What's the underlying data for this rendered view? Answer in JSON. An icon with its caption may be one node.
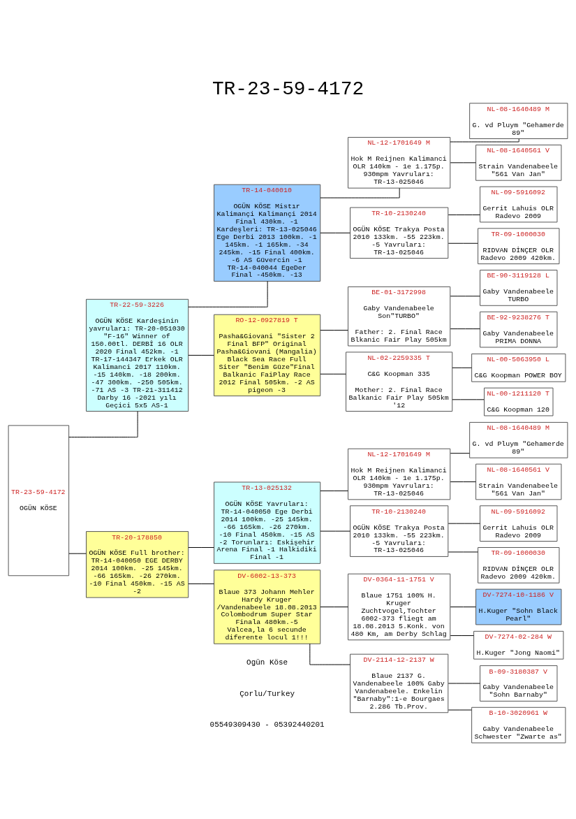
{
  "diagram": {
    "title": "TR-23-59-4172",
    "nodes": [
      {
        "text": [
          "TR-23-59-4172",
          "OGÜN KÖSE"
        ]
      },
      {
        "text": [
          "TR-22-59-3226",
          "OGÜN KÖSE Kardeşinin yavruları: TR-20-051030 \"F-16\" Winner of 150.00tl. DERBİ 16 OLR 2020 Final 452km. -1 TR-17-144347 Erkek OLR Kalimanci 2017 110km. -15 140km. -18 200km. -47 300km. -250 505km. -71 AS -3 TR-21-311412 Darby 16 -2021 yılı Geçici 5x5 AS-1"
        ]
      },
      {
        "text": [
          "TR-20-178850",
          "OGÜN KÖSE Full brother: TR-14-040050 EGE DERBY 2014 100km. -25 145km. -66 165km. -26 270km. -10 Final 450km. -15 AS -2"
        ]
      },
      {
        "text": [
          "TR-14-040010",
          "OGÜN KÖSE Mistır Kalimançi Kalimançi 2014 Final 430km. -1 Kardeşleri: TR-13-025046 Ege Derbi 2013 100km. -1 145km. -1 165km. -34 245km. -15 Final 400km. -6 AS Güvercin -1 TR-14-040044 EgeDer Final -450km. -13"
        ]
      },
      {
        "text": [
          "RO-12-0927819 T",
          "Pasha&Giovani \"Sister 2 Final BFP\" Original Pasha&Giovani (Mangalia) Black Sea Race Full Siter \"Benim Güze\"Final Balkanic FaiPlay Race 2012 Final 505km. -2 AS pigeon -3"
        ]
      },
      {
        "text": [
          "TR-13-025132",
          "OGÜN KÖSE Yavruları: TR-14-040050 Ege Derbi 2014 100km. -25 145km. -66 165km. -26 270km. -10 Final 450km. -15 AS -2 Torunları: Eskişehir Arena Final -1 Halkidiki Final -1"
        ]
      },
      {
        "text": [
          "DV-6002-13-373",
          "Blaue 373 Johann Mehler Hardy Kruger /Vandenabeele 18.08.2013 Colombodrum Super Star Finala 480km.-5 Valcea,la 6 secunde diferente locul 1!!!"
        ]
      },
      {
        "text": [
          "NL-12-1701649 M",
          "Hok M Reijnen Kalimanci OLR 140km - 1e 1.175p. 930mpm Yavruları: TR-13-025046"
        ]
      },
      {
        "text": [
          "TR-10-2130240",
          "OGÜN KÖSE Trakya Posta 2010 133km. -55 223km. -5 Yavruları: TR-13-025046"
        ]
      },
      {
        "text": [
          "BE-01-3172998",
          "Gaby Vandenabeele Son\"TURBO\"",
          "Father: 2. Final Race Blkanic Fair Play 505km"
        ]
      },
      {
        "text": [
          "NL-02-2259335 T",
          "C&G Koopman 335",
          "Mother: 2. Final Race Balkanic Fair Play 505km '12"
        ]
      },
      {
        "text": [
          "NL-12-1701649 M",
          "Hok M Reijnen Kalimanci OLR 140km - 1e 1.175p. 930mpm Yavruları: TR-13-025046"
        ]
      },
      {
        "text": [
          "TR-10-2130240",
          "OGÜN KÖSE Trakya Posta 2010 133km. -55 223km. -5 Yavruları: TR-13-025046"
        ]
      },
      {
        "text": [
          "DV-0364-11-1751 V",
          "Blaue 1751 100% H. Kruger Zuchtvogel,Tochter 6002-373 fliegt am 18.08.2013 5.Konk. von 480 Km, am Derby Schlag"
        ]
      },
      {
        "text": [
          "DV-2114-12-2137 W",
          "Blaue 2137 G. Vandenabeele 100% Gaby Vandenabeele. Enkelin \"Barnaby\":1-e Bourgaes 2.286 Tb.Prov."
        ]
      },
      {
        "text": [
          "NL-08-1640489 M",
          "G. vd Pluym \"Gehamerde 89\""
        ]
      },
      {
        "text": [
          "NL-08-1640561 V",
          "Strain Vandenabeele \"561 Van Jan\""
        ]
      },
      {
        "text": [
          "NL-09-5916092",
          "Gerrit Lahuis OLR Radevo 2009"
        ]
      },
      {
        "text": [
          "TR-09-1000030",
          "RIDVAN DİNÇER OLR Radevo 2009 420km."
        ]
      },
      {
        "text": [
          "BE-90-3119128 L",
          "Gaby Vandenabeele TURBO"
        ]
      },
      {
        "text": [
          "BE-92-9238276 T",
          "Gaby Vandenabeele PRIMA DONNA"
        ]
      },
      {
        "text": [
          "NL-00-5063950 L",
          "C&G Koopman POWER BOY"
        ]
      },
      {
        "text": [
          "NL-00-1211120 T",
          "C&G Koopman 120"
        ]
      },
      {
        "text": [
          "NL-08-1640489 M",
          "G. vd Pluym \"Gehamerde 89\""
        ]
      },
      {
        "text": [
          "NL-08-1640561 V",
          "Strain Vandenabeele \"561 Van Jan\""
        ]
      },
      {
        "text": [
          "NL-09-5916092",
          "Gerrit Lahuis OLR Radevo 2009"
        ]
      },
      {
        "text": [
          "TR-09-1000030",
          "RIDVAN DİNÇER OLR Radevo 2009 420km."
        ]
      },
      {
        "text": [
          "DV-7274-10-1186 V",
          "H.Kuger \"Sohn Black Pearl\""
        ]
      },
      {
        "text": [
          "DV-7274-02-284 W",
          "H.Kuger \"Jong Naomi\""
        ]
      },
      {
        "text": [
          "B-09-3180387 V",
          "Gaby Vandenabeele \"Sohn Barnaby\""
        ]
      },
      {
        "text": [
          "B-10-3020961 W",
          "Gaby Vandenabeele Schwester \"Zwarte as\""
        ]
      }
    ],
    "edges": [
      {
        "from": 0,
        "to": 1,
        "arrow": "none"
      },
      {
        "from": 0,
        "to": 2,
        "arrow": "none"
      },
      {
        "from": 1,
        "to": 3,
        "arrow": "none"
      },
      {
        "from": 1,
        "to": 4,
        "arrow": "none"
      },
      {
        "from": 2,
        "to": 5,
        "arrow": "none"
      },
      {
        "from": 2,
        "to": 6,
        "arrow": "none"
      },
      {
        "from": 3,
        "to": 7,
        "arrow": "none"
      },
      {
        "from": 3,
        "to": 8,
        "arrow": "none"
      },
      {
        "from": 4,
        "to": 9,
        "arrow": "none"
      },
      {
        "from": 4,
        "to": 10,
        "arrow": "none"
      },
      {
        "from": 5,
        "to": 11,
        "arrow": "none"
      },
      {
        "from": 5,
        "to": 12,
        "arrow": "none"
      },
      {
        "from": 6,
        "to": 13,
        "arrow": "none"
      },
      {
        "from": 6,
        "to": 14,
        "arrow": "none"
      },
      {
        "from": 7,
        "to": 15,
        "arrow": "none"
      },
      {
        "from": 7,
        "to": 16,
        "arrow": "none"
      },
      {
        "from": 8,
        "to": 17,
        "arrow": "none"
      },
      {
        "from": 8,
        "to": 18,
        "arrow": "none"
      },
      {
        "from": 9,
        "to": 19,
        "arrow": "none"
      },
      {
        "from": 9,
        "to": 20,
        "arrow": "none"
      },
      {
        "from": 10,
        "to": 21,
        "arrow": "none"
      },
      {
        "from": 10,
        "to": 22,
        "arrow": "none"
      },
      {
        "from": 11,
        "to": 23,
        "arrow": "none"
      },
      {
        "from": 11,
        "to": 24,
        "arrow": "none"
      },
      {
        "from": 12,
        "to": 25,
        "arrow": "none"
      },
      {
        "from": 12,
        "to": 26,
        "arrow": "none"
      },
      {
        "from": 13,
        "to": 27,
        "arrow": "none"
      },
      {
        "from": 13,
        "to": 28,
        "arrow": "none"
      },
      {
        "from": 14,
        "to": 29,
        "arrow": "none"
      },
      {
        "from": 14,
        "to": 30,
        "arrow": "none"
      }
    ],
    "labels": [
      "Ogün Köse",
      "Çorlu/Turkey",
      "05549309430 - 05392440201"
    ]
  }
}
